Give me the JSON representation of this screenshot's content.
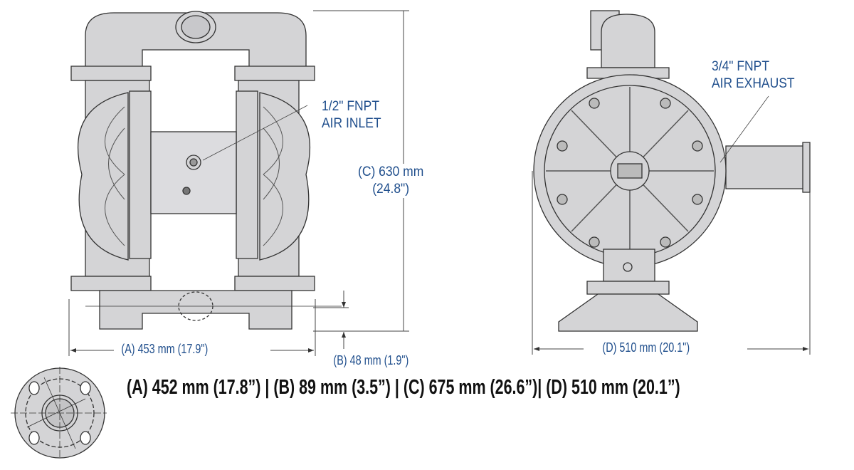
{
  "callouts": {
    "air_inlet_line1": "1/2\" FNPT",
    "air_inlet_line2": "AIR INLET",
    "air_exhaust_line1": "3/4\" FNPT",
    "air_exhaust_line2": "AIR EXHAUST"
  },
  "dimensions": {
    "c_line1": "(C) 630 mm",
    "c_line2": "(24.8\")",
    "a": "(A) 453 mm (17.9\")",
    "b": "(B) 48 mm (1.9\")",
    "d": "(D) 510 mm (20.1\")"
  },
  "flange_summary": "(A) 452 mm (17.8”) | (B) 89 mm (3.5”) | (C) 675 mm (26.6”)| (D) 510 mm (20.1”)",
  "colors": {
    "label_blue": "#1f4e8c",
    "body_gray": "#d4d4d6",
    "outline": "#333333"
  }
}
